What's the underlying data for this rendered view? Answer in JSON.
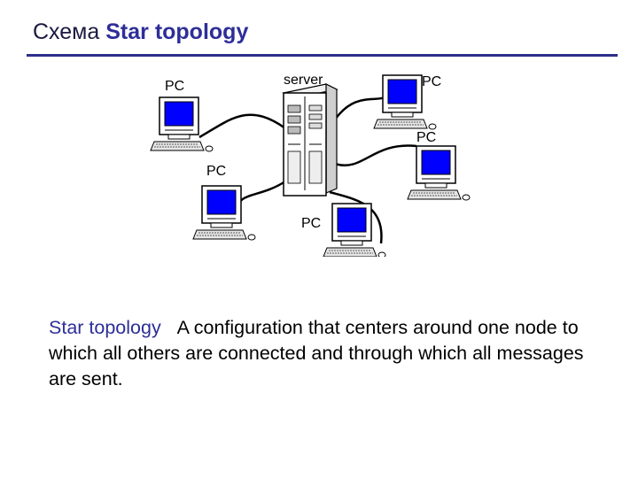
{
  "slide": {
    "title_main": "Схема",
    "title_accent": "Star topology"
  },
  "diagram": {
    "server_label": "server",
    "nodes": [
      {
        "id": "pc-top-left",
        "label": "PC"
      },
      {
        "id": "pc-top-right",
        "label": "PC"
      },
      {
        "id": "pc-right",
        "label": "PC"
      },
      {
        "id": "pc-left",
        "label": "PC"
      },
      {
        "id": "pc-bottom",
        "label": "PC"
      }
    ],
    "colors": {
      "screen": "#0000ff",
      "accent_text": "#2e2e99"
    }
  },
  "caption": {
    "term": "Star topology",
    "definition": "A configuration that centers around one node to which all others are connected and through which all messages are sent."
  }
}
